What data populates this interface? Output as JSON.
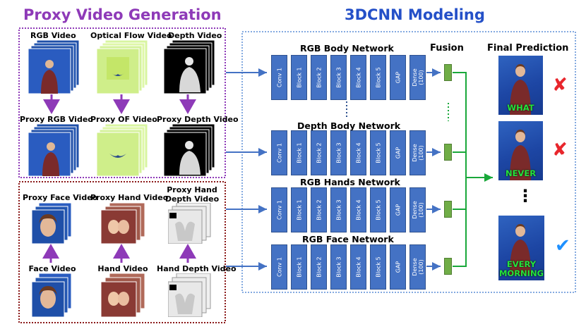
{
  "sections": {
    "left_title": "Proxy Video Generation",
    "right_title": "3DCNN Modeling"
  },
  "videos": {
    "rgb": "RGB Video",
    "of": "Optical Flow Video",
    "depth": "Depth Video",
    "proxy_rgb": "Proxy RGB Video",
    "proxy_of": "Proxy OF Video",
    "proxy_depth": "Proxy Depth Video",
    "proxy_face": "Proxy Face Video",
    "proxy_hand": "Proxy Hand Video",
    "proxy_hand_depth": "Proxy Hand\nDepth Video",
    "face": "Face Video",
    "hand": "Hand Video",
    "hand_depth": "Hand Depth Video"
  },
  "networks": [
    {
      "label": "RGB Body Network"
    },
    {
      "label": "Depth Body Network"
    },
    {
      "label": "RGB Hands Network"
    },
    {
      "label": "RGB Face Network"
    }
  ],
  "blocks": [
    "Conv 1",
    "Block 1",
    "Block 2",
    "Block 3",
    "Block 4",
    "Block 5",
    "GAP",
    "Dense\n(100)"
  ],
  "fusion_label": "Fusion",
  "final_label": "Final Prediction",
  "predictions": [
    {
      "caption": "WHAT",
      "mark": "✘",
      "mark_color": "#e8262c"
    },
    {
      "caption": "NEVER",
      "mark": "✘",
      "mark_color": "#e8262c"
    },
    {
      "caption": "EVERY\nMORNING",
      "mark": "✔",
      "mark_color": "#1e90ff"
    }
  ],
  "ellipsis": "⋮",
  "colors": {
    "purple": "#8e3ab8",
    "blue_title": "#2450c8",
    "block": "#4472c4",
    "fusion": "#70ad47",
    "arrow_blue": "#4472c4",
    "arrow_green": "#19a83a",
    "dark_red": "#8b1a1a"
  }
}
